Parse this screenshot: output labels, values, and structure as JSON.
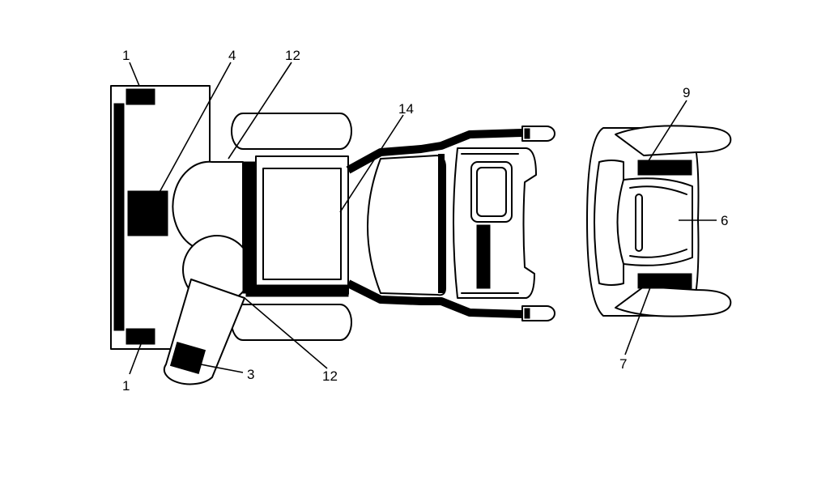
{
  "callouts": {
    "c1_top": "1",
    "c4": "4",
    "c12_top": "12",
    "c14": "14",
    "c9": "9",
    "c6": "6",
    "c7": "7",
    "c3": "3",
    "c12_bottom": "12",
    "c1_bottom": "1"
  },
  "colors": {
    "line": "#000000",
    "fill": "#ffffff"
  }
}
